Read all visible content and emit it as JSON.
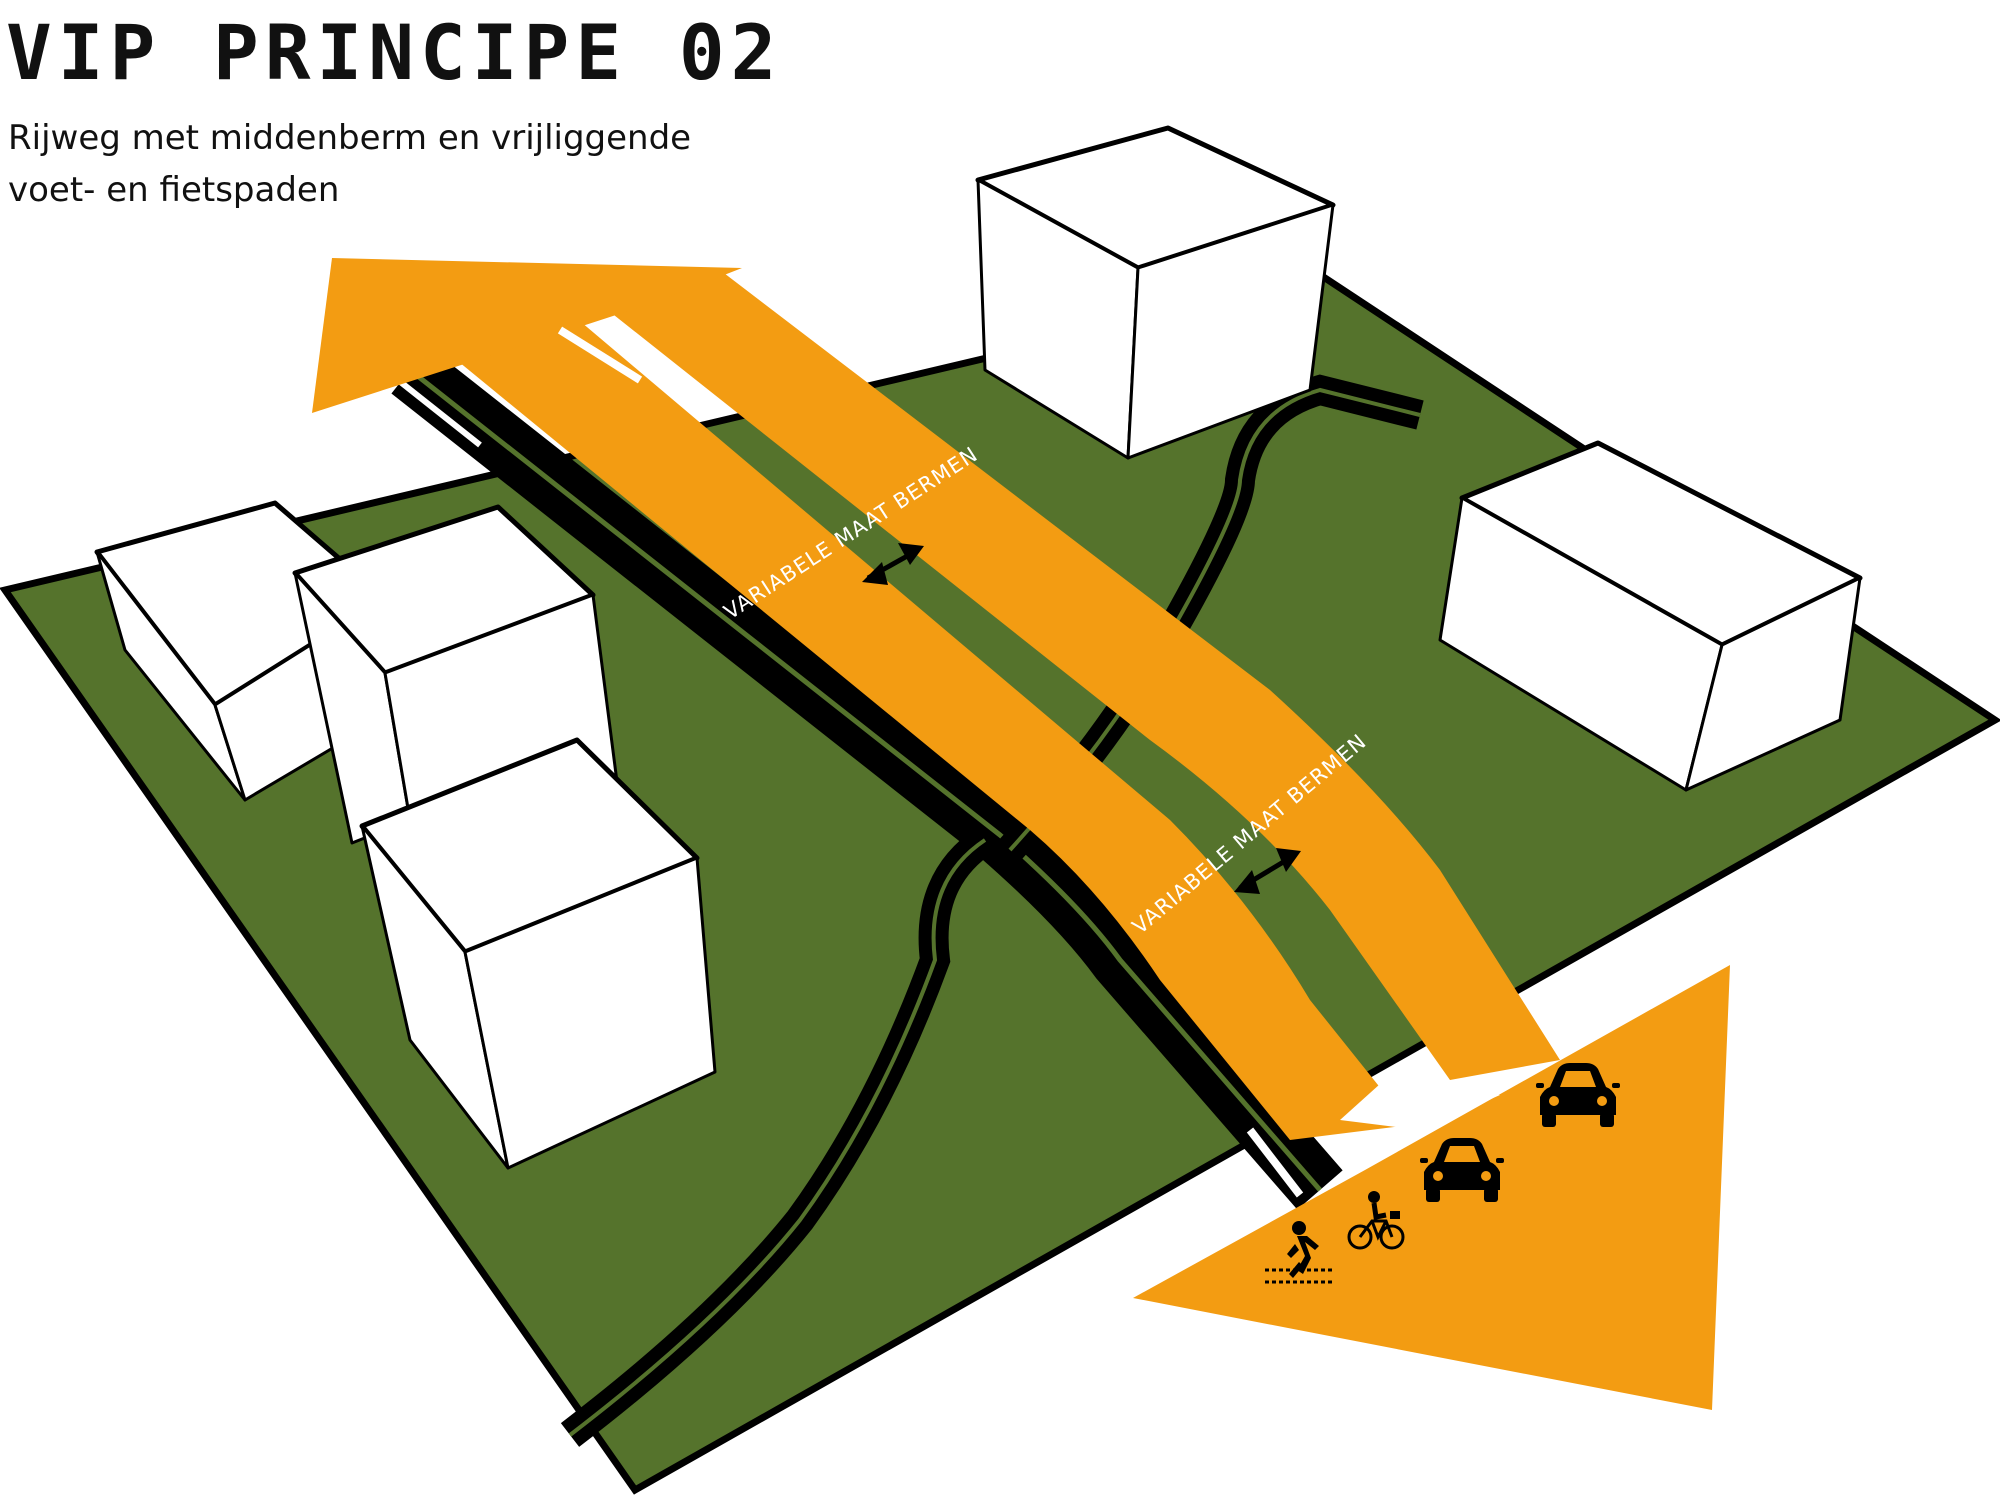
{
  "title": "VIP PRINCIPE 02",
  "subtitle": {
    "line1": "Rijweg met middenberm en vrijliggende",
    "line2": "voet- en fietspaden"
  },
  "labels": {
    "berm_upper": "VARIABELE MAAT BERMEN",
    "berm_lower": "VARIABELE MAAT BERMEN"
  },
  "icons": {
    "pedestrian": "pedestrian-icon",
    "cyclist": "bicycle-icon",
    "car": "car-icon"
  },
  "colors": {
    "ground": "#55732c",
    "road": "#000000",
    "flow_arrow": "#f39c12",
    "building": "#ffffff",
    "outline": "#000000"
  }
}
